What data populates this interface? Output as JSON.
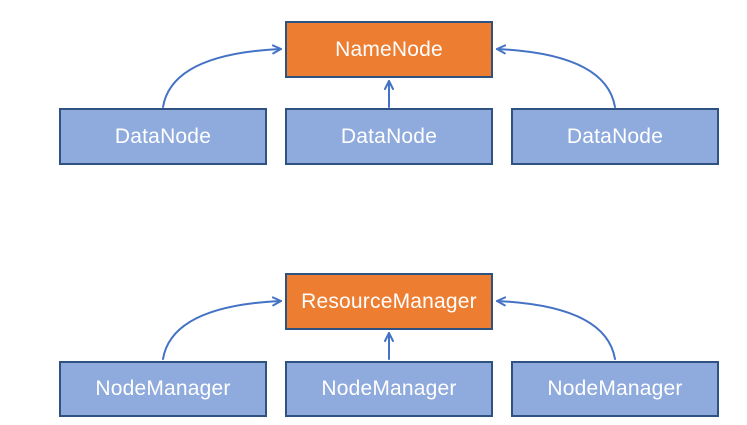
{
  "colors": {
    "master_fill": "#ED7D31",
    "worker_fill": "#8FAADC",
    "box_border": "#2F5380",
    "arrow": "#4472C4",
    "text": "#FFFFFF",
    "background": "#FFFFFF"
  },
  "clusters": [
    {
      "position": "top",
      "master": "NameNode",
      "workers": [
        "DataNode",
        "DataNode",
        "DataNode"
      ]
    },
    {
      "position": "bottom",
      "master": "ResourceManager",
      "workers": [
        "NodeManager",
        "NodeManager",
        "NodeManager"
      ]
    }
  ]
}
